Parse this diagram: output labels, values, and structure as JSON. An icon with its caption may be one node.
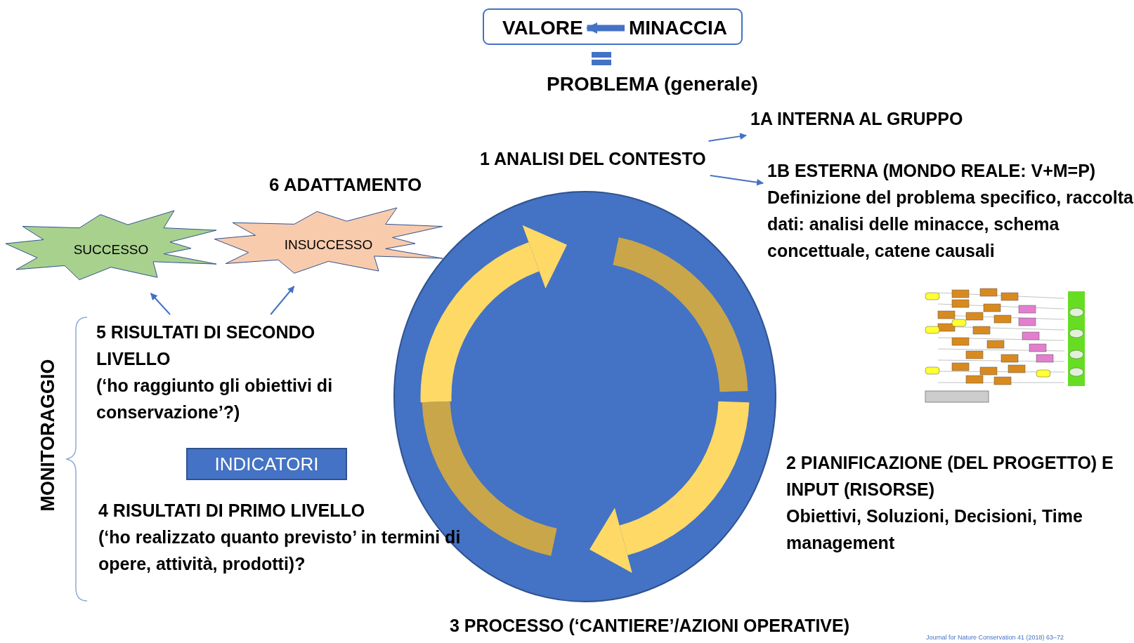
{
  "diagram": {
    "nodes": [
      {
        "text": [],
        "shape": "box"
      },
      {
        "text": [
          "VALORE"
        ],
        "in": 0
      },
      {
        "text": [
          "MINACCIA"
        ],
        "in": 0
      },
      {
        "text": [
          "1 ANALISI DEL CONTESTO"
        ]
      },
      {
        "text": [
          "1A INTERNA AL GRUPPO"
        ]
      },
      {
        "text": [
          "1B ESTERNA (MONDO REALE: V+M=P)",
          "Definizione del problema specifico, raccolta dati: analisi delle minacce, schema concettuale, catene causali"
        ]
      },
      {
        "text": [],
        "shape": "picture"
      },
      {
        "text": [],
        "shape": "circle"
      },
      {
        "text": [
          "2 PIANIFICAZIONE (DEL PROGETTO) E INPUT (RISORSE)",
          "Obiettivi, Soluzioni, Decisioni, Time management"
        ]
      },
      {
        "text": [
          "3 PROCESSO (‘CANTIERE’/AZIONI OPERATIVE)"
        ]
      },
      {
        "text": [
          "4 RISULTATI DI PRIMO LIVELLO",
          "(‘ho realizzato quanto previsto’ in termini di opere, attività, prodotti)?"
        ]
      },
      {
        "text": [
          "INDICATORI"
        ]
      },
      {
        "text": [
          "5 RISULTATI DI SECONDO LIVELLO",
          "(‘ho raggiunto gli obiettivi di conservazione’?)"
        ]
      },
      {
        "text": [
          "SUCCESSO"
        ]
      },
      {
        "text": [
          "INSUCCESSO"
        ]
      }
    ],
    "edges": [
      {
        "from": 2,
        "to": 1,
        "arrow": "to",
        "style": "thick"
      },
      {
        "from": 3,
        "to": 4,
        "arrow": "to"
      },
      {
        "from": 3,
        "to": 5,
        "arrow": "to"
      },
      {
        "from": 12,
        "to": 13,
        "arrow": "to"
      },
      {
        "from": 12,
        "to": 14,
        "arrow": "to"
      }
    ],
    "labels": [
      "PROBLEMA (generale)",
      "6 ADATTAMENTO",
      "MONITORAGGIO",
      "Journal for Nature Conservation 41 (2018) 63–72"
    ]
  }
}
